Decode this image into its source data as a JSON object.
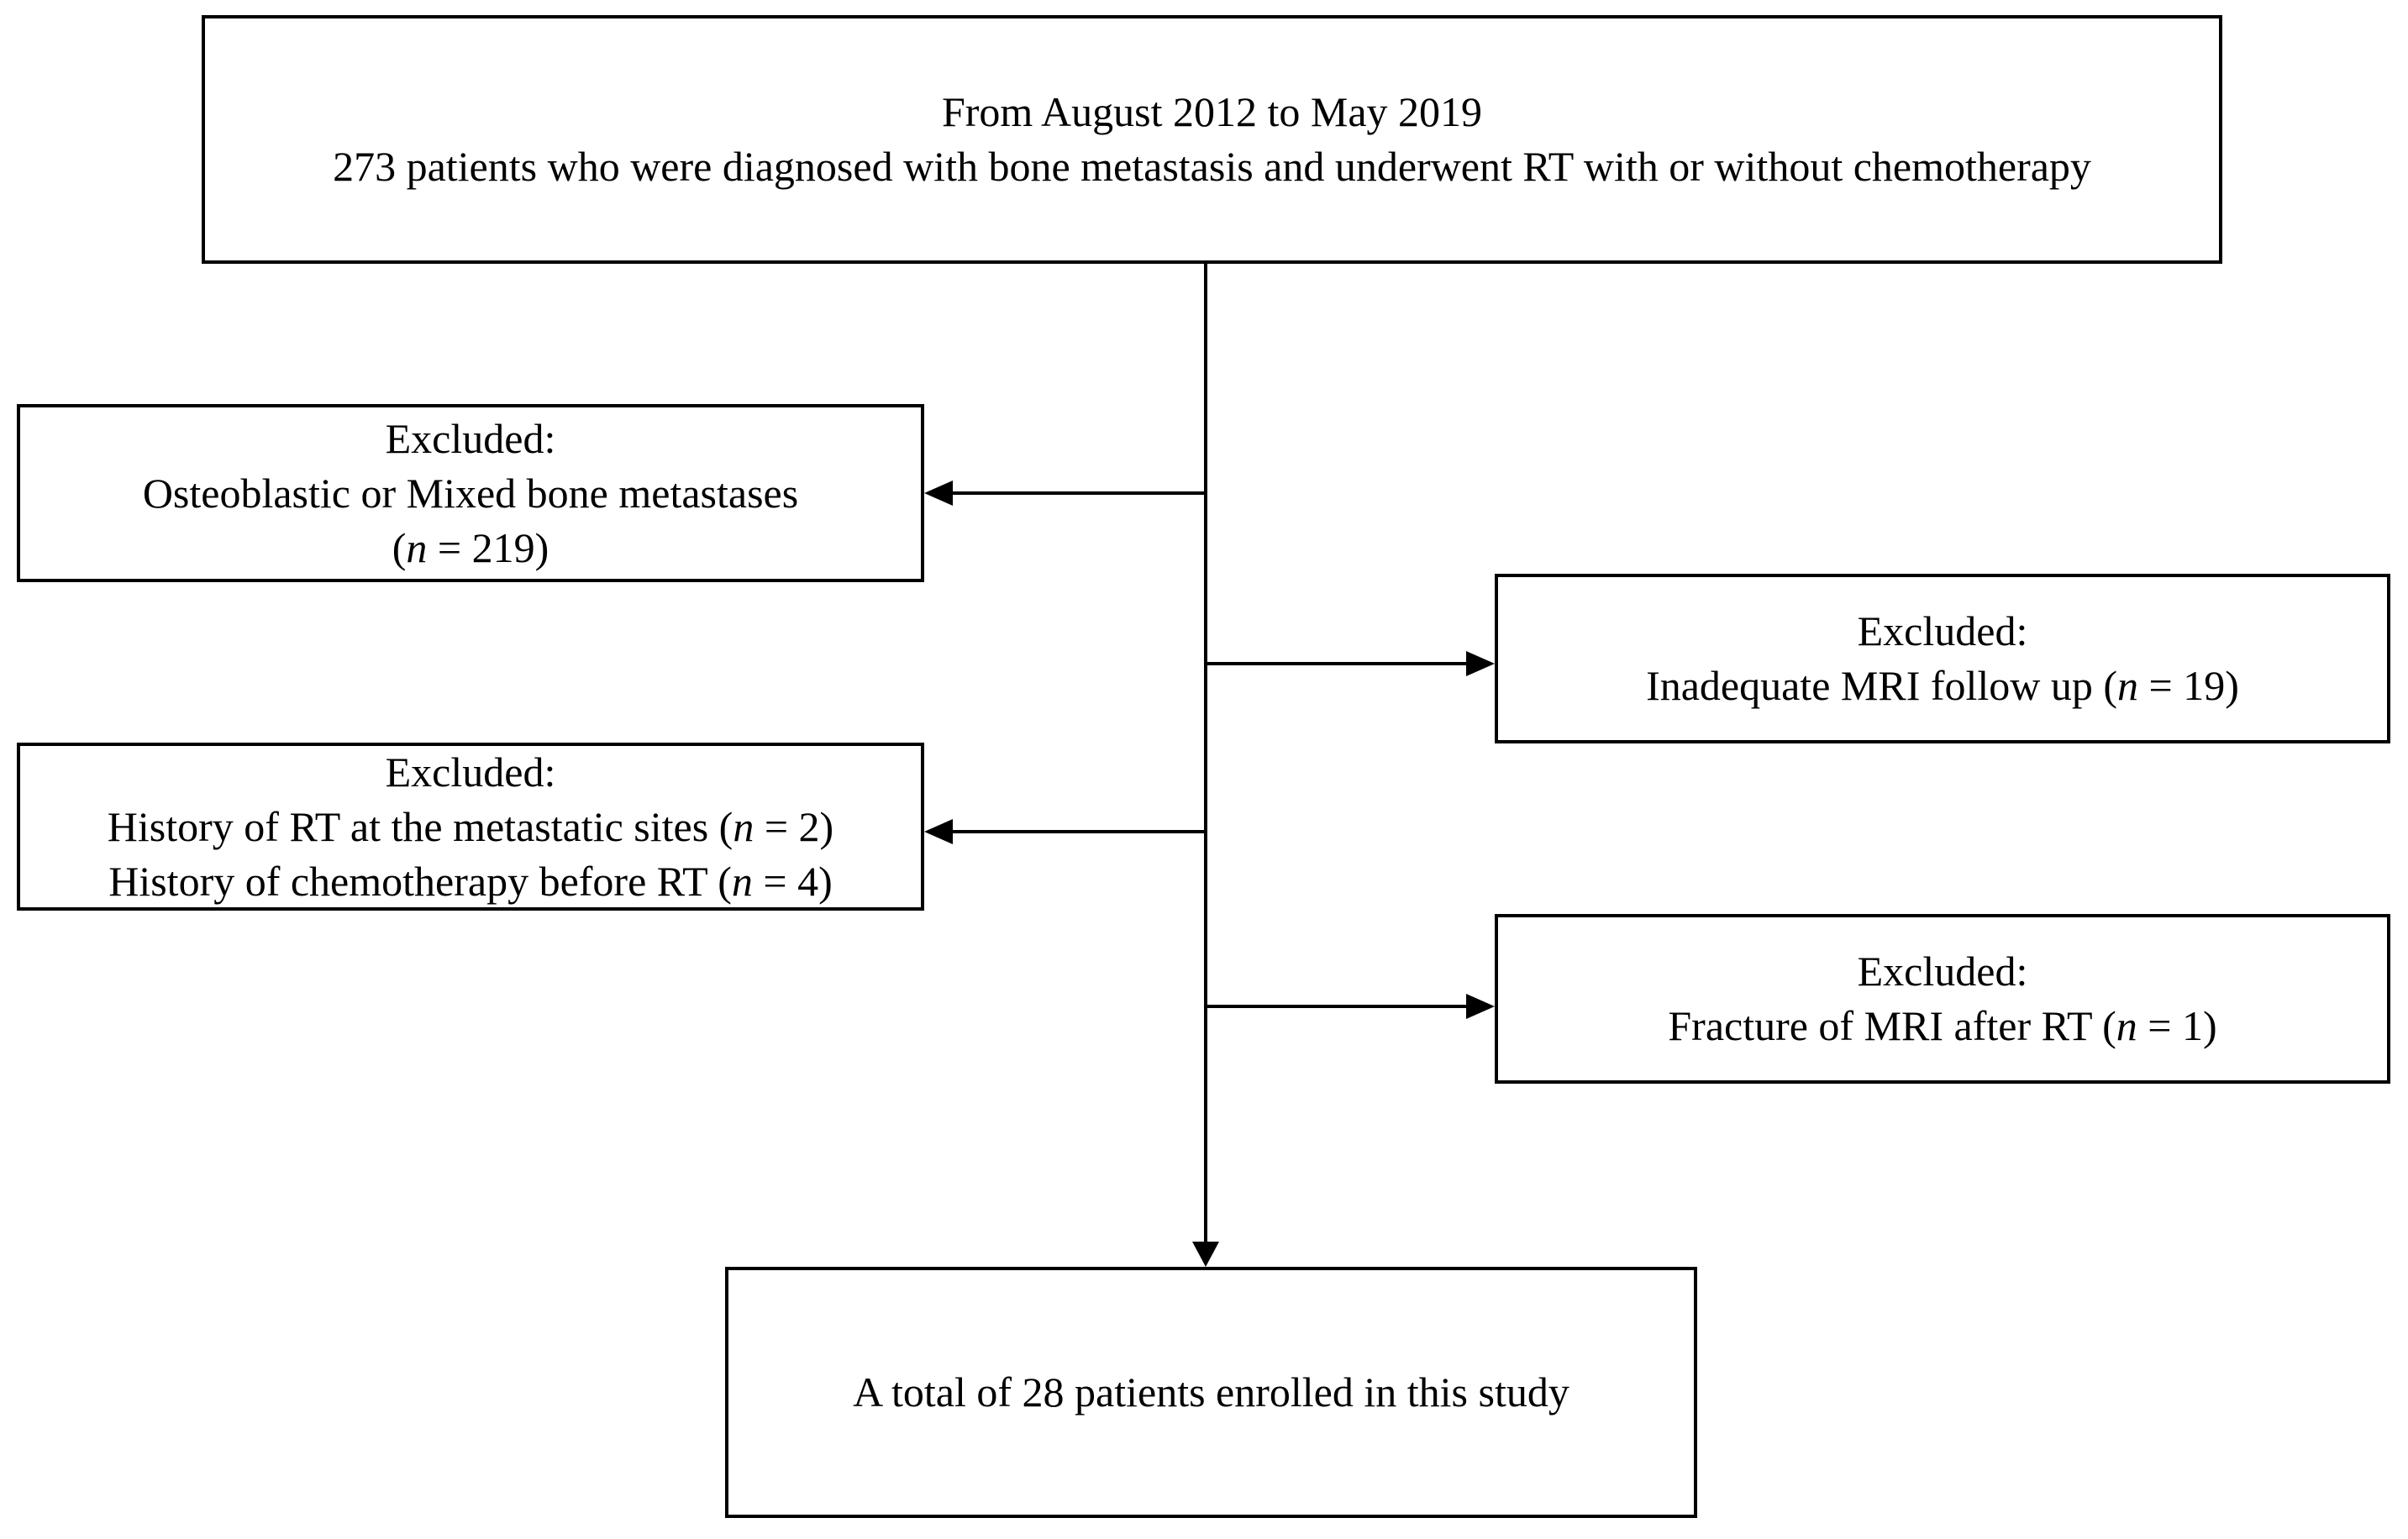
{
  "colors": {
    "background": "#ffffff",
    "border": "#000000",
    "text": "#000000"
  },
  "flowchart": {
    "source_box": {
      "lines": [
        "From August 2012 to May 2019",
        "273 patients who were diagnosed with bone metastasis and underwent RT with or without chemotherapy"
      ]
    },
    "excluded_osteoblastic_box": {
      "heading": "Excluded:",
      "reason": "Osteoblastic or Mixed bone metastases",
      "count": {
        "prefix": "(",
        "var": "n",
        "suffix": " = 219)"
      }
    },
    "excluded_mri_followup_box": {
      "heading": "Excluded:",
      "reason": {
        "prefix": "Inadequate MRI follow up (",
        "var": "n",
        "suffix": " = 19)"
      }
    },
    "excluded_prior_treatment_box": {
      "heading": "Excluded:",
      "reason1": {
        "prefix": "History of RT at the metastatic sites (",
        "var": "n",
        "suffix": " = 2)"
      },
      "reason2": {
        "prefix": "History of  chemotherapy before RT (",
        "var": "n",
        "suffix": " = 4)"
      }
    },
    "excluded_fracture_box": {
      "heading": "Excluded:",
      "reason": {
        "prefix": "Fracture of MRI after RT (",
        "var": "n",
        "suffix": " = 1)"
      }
    },
    "enrolled_box": {
      "text": "A total of 28 patients enrolled in this study"
    }
  }
}
